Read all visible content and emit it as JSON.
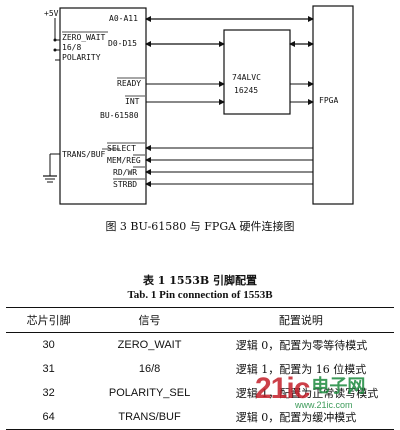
{
  "diagram": {
    "power": "+5V",
    "chip_name": "BU-61580",
    "buffer_line1": "74ALVC",
    "buffer_line2": "16245",
    "fpga": "FPGA",
    "left_pins": {
      "zero_wait": "ZERO_WAIT",
      "mode_16_8": "16/8",
      "polarity": "POLARITY",
      "trans_buf": "TRANS/BUF"
    },
    "right_pins": {
      "addr": "A0-A11",
      "data": "D0-D15",
      "ready": "READY",
      "int": "INT",
      "select": "SELECT",
      "mem_reg": "MEM/REG",
      "rd_wr": "RD/WR",
      "strbd": "STRBD"
    }
  },
  "figure_caption": "图 3   BU-61580 与 FPGA 硬件连接图",
  "table": {
    "title": "表 1    1553B 引脚配置",
    "subtitle": "Tab. 1    Pin connection of 1553B",
    "headers": [
      "芯片引脚",
      "信号",
      "配置说明"
    ],
    "rows": [
      [
        "30",
        "ZERO_WAIT",
        "逻辑 0，配置为零等待模式"
      ],
      [
        "31",
        "16/8",
        "逻辑 1，配置为 16 位模式"
      ],
      [
        "32",
        "POLARITY_SEL",
        "逻辑 1，配置为正常读写模式"
      ],
      [
        "64",
        "TRANS/BUF",
        "逻辑 0，配置为缓冲模式"
      ]
    ]
  },
  "watermark": {
    "logo": "21ic",
    "cn": "电子网",
    "url": "www.21ic.com"
  }
}
